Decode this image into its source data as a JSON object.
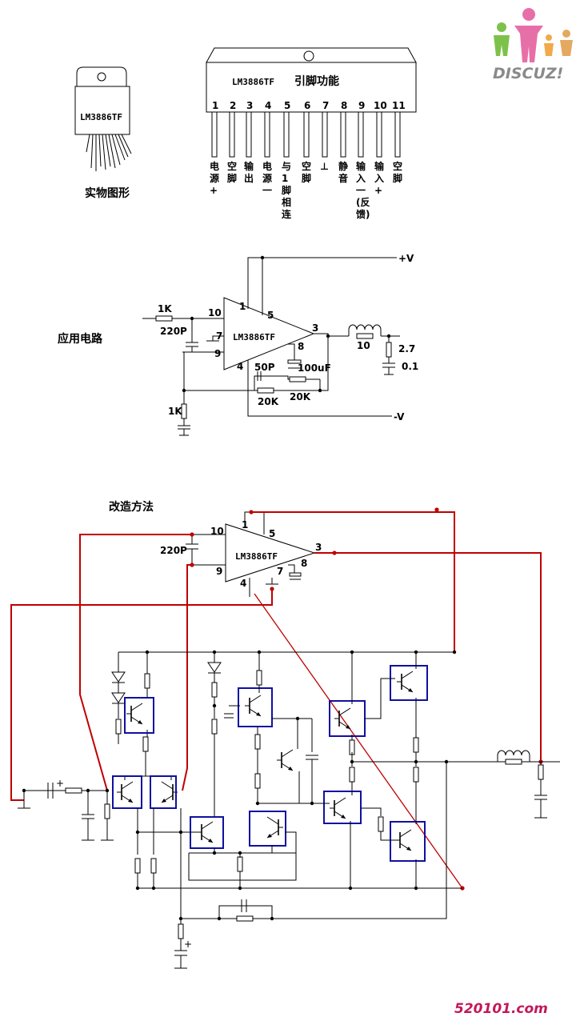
{
  "watermark": {
    "brand": "DISCUZ!",
    "footer": "520101.com"
  },
  "package": {
    "chip_label": "LM3886TF",
    "caption": "实物图形"
  },
  "pinout": {
    "chip_label": "LM3886TF",
    "title": "引脚功能",
    "pins": [
      {
        "num": "1",
        "func": [
          "电",
          "源",
          "+"
        ]
      },
      {
        "num": "2",
        "func": [
          "空",
          "脚"
        ]
      },
      {
        "num": "3",
        "func": [
          "输",
          "出"
        ]
      },
      {
        "num": "4",
        "func": [
          "电",
          "源",
          "一"
        ]
      },
      {
        "num": "5",
        "func": [
          "与",
          "1",
          "脚",
          "相",
          "连"
        ]
      },
      {
        "num": "6",
        "func": [
          "空",
          "脚"
        ]
      },
      {
        "num": "7",
        "func": [
          "⊥"
        ]
      },
      {
        "num": "8",
        "func": [
          "静",
          "音"
        ]
      },
      {
        "num": "9",
        "func": [
          "输",
          "入",
          "一",
          "(反",
          "馈)"
        ]
      },
      {
        "num": "10",
        "func": [
          "输",
          "入",
          "+"
        ]
      },
      {
        "num": "11",
        "func": [
          "空",
          "脚"
        ]
      }
    ]
  },
  "app_circuit": {
    "title": "应用电路",
    "chip_label": "LM3886TF",
    "vplus": "+V",
    "vminus": "-V",
    "r_in": "1K",
    "c_in": "220P",
    "r_gnd": "1K",
    "c_fb": "50P",
    "r_fb1": "20K",
    "r_fb2": "20K",
    "c_mute": "100uF",
    "l_out": "10",
    "r_zobel": "2.7",
    "c_zobel": "0.1",
    "pin_labels": {
      "p10": "10",
      "p9": "9",
      "p1": "1",
      "p5": "5",
      "p3": "3",
      "p7": "7",
      "p8": "8",
      "p4": "4"
    }
  },
  "mod_circuit": {
    "title": "改造方法",
    "chip_label": "LM3886TF",
    "c_in": "220P",
    "pin_labels": {
      "p10": "10",
      "p9": "9",
      "p1": "1",
      "p5": "5",
      "p3": "3",
      "p7": "7",
      "p8": "8",
      "p4": "4"
    }
  }
}
